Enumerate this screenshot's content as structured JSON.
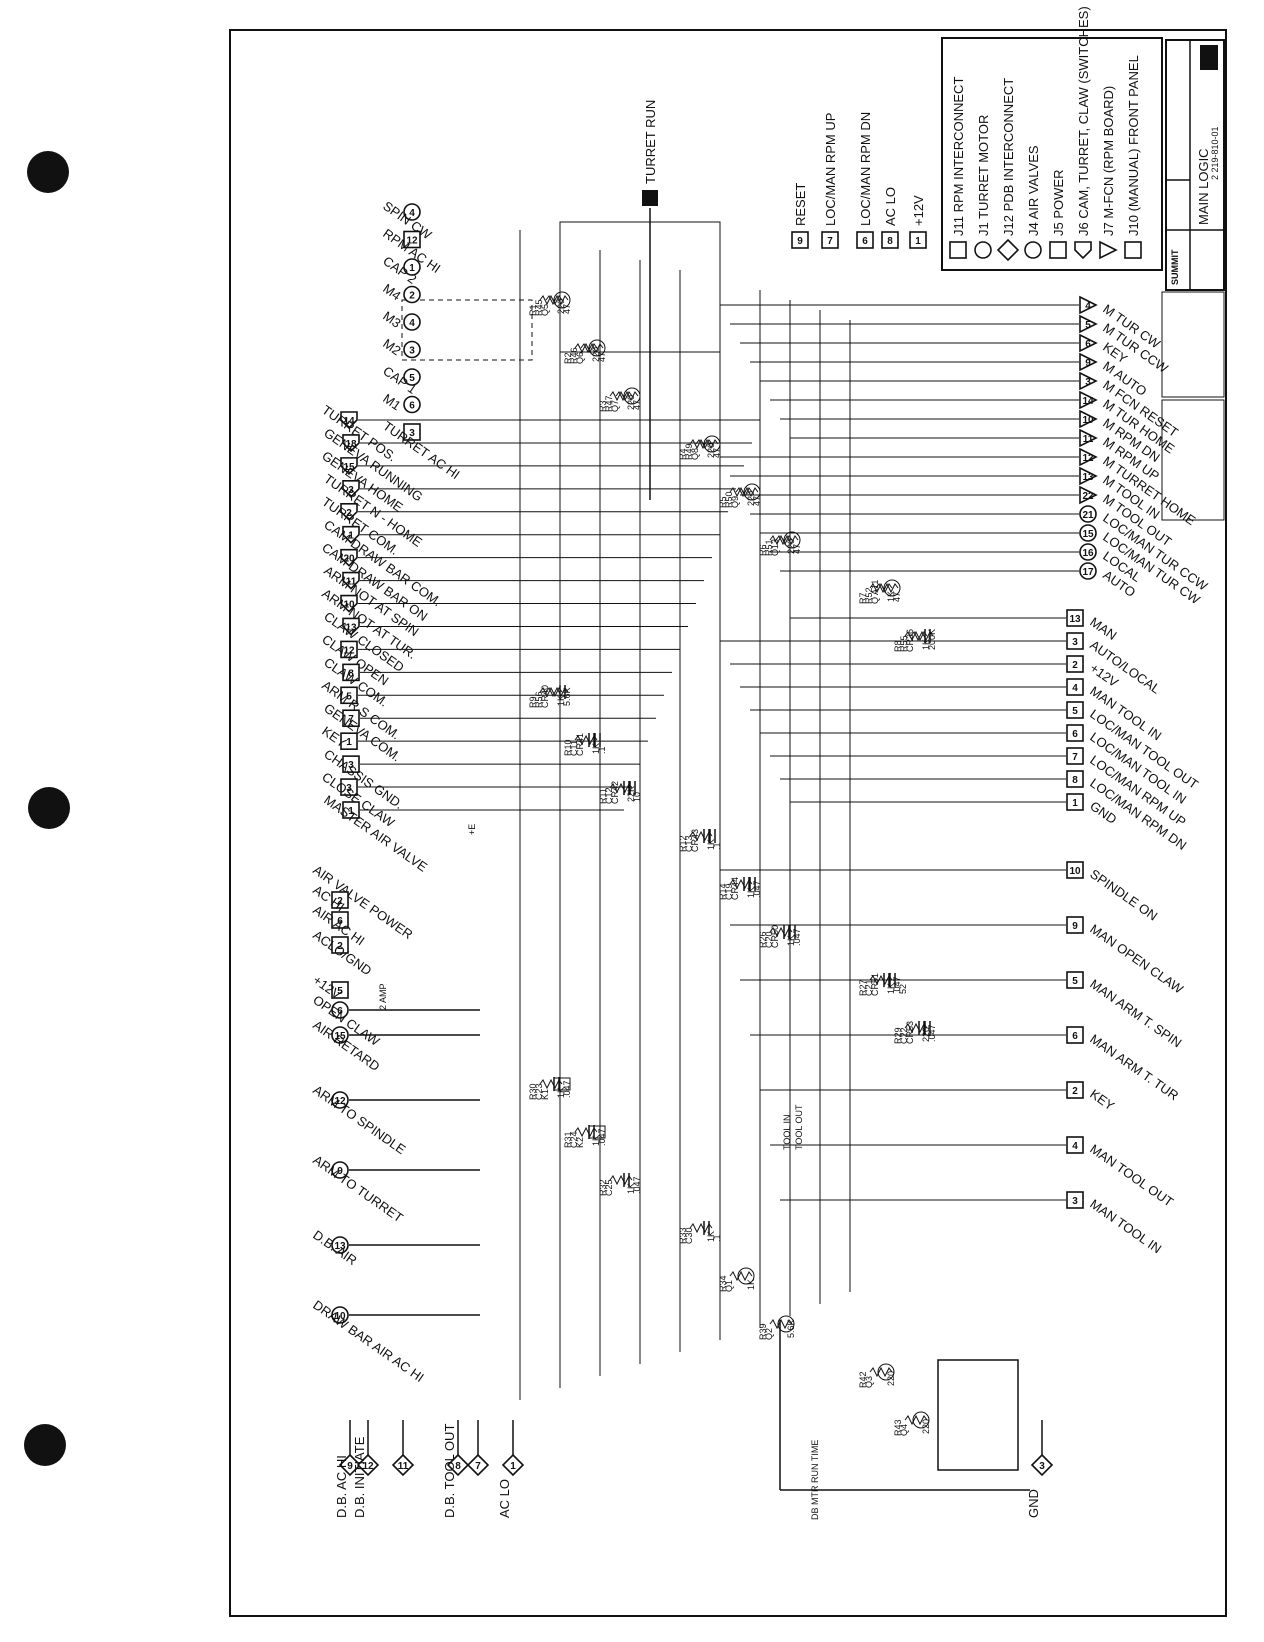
{
  "title_block": {
    "company": "SUMMIT",
    "title": "MAIN LOGIC",
    "number": "2 219-810-01"
  },
  "legend": [
    {
      "label": "J11 RPM INTERCONNECT",
      "shape": "square"
    },
    {
      "label": "J1 TURRET MOTOR",
      "shape": "circle"
    },
    {
      "label": "J12 PDB INTERCONNECT",
      "shape": "diamond"
    },
    {
      "label": "J4 AIR VALVES",
      "shape": "circle-half"
    },
    {
      "label": "J5 POWER",
      "shape": "square"
    },
    {
      "label": "J6 CAM, TURRET, CLAW (SWITCHES)",
      "shape": "shield"
    },
    {
      "label": "J7 M-FCN (RPM BOARD)",
      "shape": "triangle"
    },
    {
      "label": "J10 (MANUAL) FRONT PANEL",
      "shape": "square"
    }
  ],
  "top_connectors": [
    {
      "pin": "4",
      "label": "SPIN CW"
    },
    {
      "pin": "12",
      "label": "RPM AC HI"
    },
    {
      "pin": "1",
      "label": "CAP 2"
    },
    {
      "pin": "2",
      "label": "M4"
    },
    {
      "pin": "4",
      "label": "M3"
    },
    {
      "pin": "3",
      "label": "M2"
    },
    {
      "pin": "5",
      "label": "CAP 1"
    },
    {
      "pin": "6",
      "label": "M1"
    },
    {
      "pin": "3",
      "label": "TURRET AC HI"
    }
  ],
  "top_signals": [
    {
      "label": "TURRET RUN"
    },
    {
      "pin": "9",
      "label": "RESET"
    },
    {
      "pin": "7",
      "label": "LOC/MAN RPM UP"
    },
    {
      "pin": "6",
      "label": "LOC/MAN RPM DN"
    },
    {
      "pin": "8",
      "label": "AC LO"
    },
    {
      "pin": "1",
      "label": "+12V"
    }
  ],
  "left_inputs": [
    {
      "pin": "14",
      "label": "TURRET POS."
    },
    {
      "pin": "18",
      "label": "GENEVA RUNNING"
    },
    {
      "pin": "15",
      "label": "GENEVA HOME"
    },
    {
      "pin": "3",
      "label": "TURRET N - HOME"
    },
    {
      "pin": "2",
      "label": "TURRET COM."
    },
    {
      "pin": "1",
      "label": "CAM DRAW BAR COM."
    },
    {
      "pin": "20",
      "label": "CAM DRAW BAR ON"
    },
    {
      "pin": "11",
      "label": "ARM NOT AT SPIN"
    },
    {
      "pin": "10",
      "label": "ARM NOT AT TUR."
    },
    {
      "pin": "13",
      "label": "CLAW CLOSED"
    },
    {
      "pin": "12",
      "label": "CLAW OPEN"
    },
    {
      "pin": "8",
      "label": "CLAW COM."
    },
    {
      "pin": "5",
      "label": "ARM R.S COM."
    },
    {
      "pin": "7",
      "label": "GENEVA COM."
    },
    {
      "pin": "1",
      "label": "KEY"
    },
    {
      "pin": "3",
      "label": "CHASSIS GND."
    },
    {
      "pin": "3",
      "label": "CLOSE CLAW"
    },
    {
      "pin": "1",
      "label": "MASTER AIR VALVE"
    }
  ],
  "left_air": [
    {
      "label": "AIR VALVE POWER"
    },
    {
      "pin": "2",
      "label": "AC HI"
    },
    {
      "pin": "6",
      "label": "AIR AC HI"
    },
    {
      "pin": "2",
      "label": "ACLO/GND"
    },
    {
      "pin": "5",
      "label": "+12V"
    },
    {
      "pin": "6",
      "label": "OPEN CLAW"
    },
    {
      "pin": "15",
      "label": "AIR RETARD"
    },
    {
      "pin": "12",
      "label": "ARM TO SPINDLE"
    },
    {
      "pin": "9",
      "label": "ARM TO TURRET"
    },
    {
      "pin": "13",
      "label": "D.B. AIR"
    },
    {
      "pin": "10",
      "label": "DRAW BAR AIR AC HI"
    }
  ],
  "bottom_connectors": [
    {
      "pin": "9",
      "label": "D.B. AC HI"
    },
    {
      "pin": "12",
      "label": "D.B. INITIATE"
    },
    {
      "pin": "11",
      "label": ""
    },
    {
      "pin": "8",
      "label": "D.B. TOOL OUT"
    },
    {
      "pin": "7",
      "label": ""
    },
    {
      "pin": "1",
      "label": "AC LO"
    },
    {
      "pin": "3",
      "label": "GND"
    }
  ],
  "right_inputs": [
    {
      "pin": "4",
      "label": "M TUR CW"
    },
    {
      "pin": "5",
      "label": "M TUR CCW"
    },
    {
      "pin": "6",
      "label": "KEY"
    },
    {
      "pin": "9",
      "label": "M AUTO"
    },
    {
      "pin": "3",
      "label": "M FCN RESET"
    },
    {
      "pin": "14",
      "label": "M TUR HOME"
    },
    {
      "pin": "10",
      "label": "M RPM DN"
    },
    {
      "pin": "11",
      "label": "M RPM UP"
    },
    {
      "pin": "12",
      "label": "M TURRET HOME"
    },
    {
      "pin": "13",
      "label": "M TOOL IN"
    },
    {
      "pin": "22",
      "label": "M TOOL OUT"
    },
    {
      "pin": "21",
      "label": "LOC/MAN TUR CCW"
    },
    {
      "pin": "15",
      "label": "LOC/MAN TUR CW"
    },
    {
      "pin": "16",
      "label": "LOCAL"
    },
    {
      "pin": "17",
      "label": "AUTO"
    },
    {
      "pin": "13",
      "label": "MAN"
    },
    {
      "pin": "3",
      "label": "AUTO/LOCAL"
    },
    {
      "pin": "2",
      "label": "+12V"
    },
    {
      "pin": "4",
      "label": "MAN TOOL IN"
    },
    {
      "pin": "5",
      "label": "LOC/MAN TOOL OUT"
    },
    {
      "pin": "6",
      "label": "LOC/MAN TOOL IN"
    },
    {
      "pin": "7",
      "label": "LOC/MAN RPM UP"
    },
    {
      "pin": "8",
      "label": "LOC/MAN RPM DN"
    },
    {
      "pin": "1",
      "label": "GND"
    },
    {
      "pin": "10",
      "label": "SPINDLE ON"
    },
    {
      "pin": "9",
      "label": "MAN OPEN CLAW"
    },
    {
      "pin": "5",
      "label": "MAN ARM T. SPIN"
    },
    {
      "pin": "6",
      "label": "MAN ARM T. TUR"
    },
    {
      "pin": "2",
      "label": "KEY"
    },
    {
      "pin": "4",
      "label": "MAN TOOL OUT"
    },
    {
      "pin": "3",
      "label": "MAN TOOL IN"
    }
  ],
  "components": [
    {
      "ref": "R1",
      "value": "220"
    },
    {
      "ref": "R2",
      "value": "220"
    },
    {
      "ref": "R3",
      "value": "220"
    },
    {
      "ref": "R4",
      "value": "220"
    },
    {
      "ref": "R5",
      "value": "220"
    },
    {
      "ref": "R6",
      "value": "220"
    },
    {
      "ref": "R7",
      "value": "1K"
    },
    {
      "ref": "R8",
      "value": "1K"
    },
    {
      "ref": "R9",
      "value": "1K"
    },
    {
      "ref": "R10",
      "value": "1K"
    },
    {
      "ref": "R11",
      "value": "22K"
    },
    {
      "ref": "R12",
      "value": "1K"
    },
    {
      "ref": "R14",
      "value": "1K"
    },
    {
      "ref": "R26",
      "value": "1K"
    },
    {
      "ref": "R27",
      "value": "1K"
    },
    {
      "ref": "R29",
      "value": "220"
    },
    {
      "ref": "R30",
      "value": "1K"
    },
    {
      "ref": "R31",
      "value": "1K"
    },
    {
      "ref": "R32",
      "value": "1K"
    },
    {
      "ref": "R33",
      "value": "1K"
    },
    {
      "ref": "R34",
      "value": "1K"
    },
    {
      "ref": "R39",
      "value": "5.6K"
    },
    {
      "ref": "R42",
      "value": "220"
    },
    {
      "ref": "R43",
      "value": "220"
    },
    {
      "ref": "R45",
      "value": "47"
    },
    {
      "ref": "R46",
      "value": "47"
    },
    {
      "ref": "R47",
      "value": "47"
    },
    {
      "ref": "R49",
      "value": "47"
    },
    {
      "ref": "R50",
      "value": "47"
    },
    {
      "ref": "R51",
      "value": "47"
    },
    {
      "ref": "R52",
      "value": "47"
    },
    {
      "ref": "R55",
      "value": "200K"
    },
    {
      "ref": "R56",
      "value": "5.6K"
    },
    {
      "ref": "C11",
      "value": ".1"
    },
    {
      "ref": "C12",
      "value": "10"
    },
    {
      "ref": "C13",
      "value": ".1"
    },
    {
      "ref": "C19",
      "value": ".047"
    },
    {
      "ref": "C20",
      "value": ".047"
    },
    {
      "ref": "C21",
      "value": ".047"
    },
    {
      "ref": "C22",
      "value": ".047"
    },
    {
      "ref": "C23",
      "value": ".047"
    },
    {
      "ref": "C24",
      "value": ".047"
    },
    {
      "ref": "C25",
      "value": ".047"
    },
    {
      "ref": "C30",
      "value": ".1"
    },
    {
      "ref": "Q1",
      "value": ""
    },
    {
      "ref": "Q2",
      "value": ""
    },
    {
      "ref": "Q3",
      "value": ""
    },
    {
      "ref": "Q4",
      "value": ""
    },
    {
      "ref": "Q5",
      "value": ""
    },
    {
      "ref": "Q6",
      "value": ""
    },
    {
      "ref": "Q7",
      "value": ""
    },
    {
      "ref": "Q8",
      "value": ""
    },
    {
      "ref": "Q9",
      "value": ""
    },
    {
      "ref": "Q13",
      "value": ""
    },
    {
      "ref": "Q A11",
      "value": ""
    },
    {
      "ref": "CR36",
      "value": ""
    },
    {
      "ref": "CR40",
      "value": ""
    },
    {
      "ref": "CR41",
      "value": ""
    },
    {
      "ref": "CR42",
      "value": ""
    },
    {
      "ref": "CR43",
      "value": ""
    },
    {
      "ref": "CR44",
      "value": ""
    },
    {
      "ref": "CR50",
      "value": ""
    },
    {
      "ref": "CR51",
      "value": "52"
    },
    {
      "ref": "CR53",
      "value": ""
    },
    {
      "ref": "K1",
      "value": ""
    },
    {
      "ref": "K2",
      "value": ""
    }
  ],
  "notes": [
    {
      "text": "TOOL IN"
    },
    {
      "text": "TOOL OUT"
    },
    {
      "text": "DB MTR RUN TIME"
    },
    {
      "text": "2 AMP"
    },
    {
      "text": "+E"
    }
  ]
}
